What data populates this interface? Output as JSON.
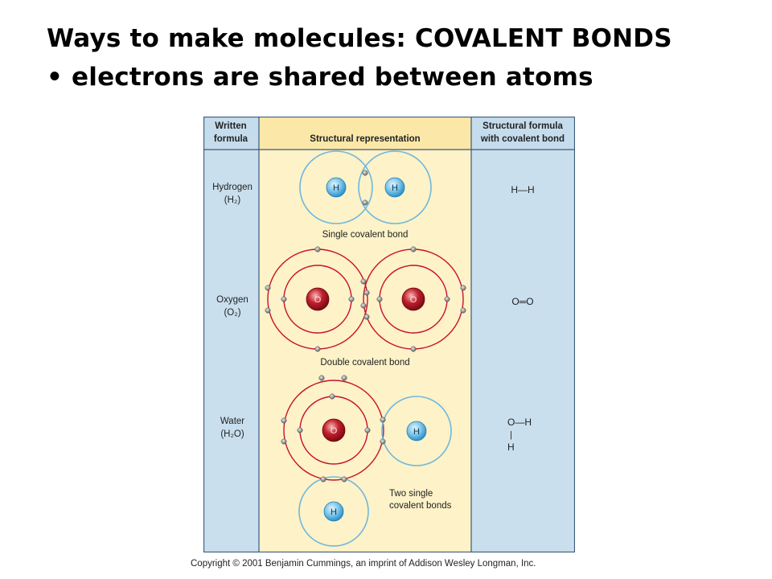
{
  "slide": {
    "title": "Ways to make molecules: COVALENT BONDS",
    "bullet_marker": "•",
    "bullet_text": "electrons are shared between atoms",
    "copyright": "Copyright © 2001 Benjamin Cummings, an imprint of Addison Wesley Longman, Inc."
  },
  "table": {
    "headers": {
      "written_line1": "Written",
      "written_line2": "formula",
      "structural": "Structural representation",
      "formula_line1": "Structural formula",
      "formula_line2": "with covalent bond"
    },
    "rows": {
      "hydrogen": {
        "name": "Hydrogen",
        "formula": "(H₂)",
        "bond_caption": "Single covalent bond",
        "structural_formula": "H—H"
      },
      "oxygen": {
        "name": "Oxygen",
        "formula": "(O₂)",
        "bond_caption": "Double covalent bond",
        "structural_formula": "O═O"
      },
      "water": {
        "name": "Water",
        "formula": "(H₂O)",
        "bond_caption_line1": "Two single",
        "bond_caption_line2": "covalent bonds",
        "formula_top": "O—H",
        "formula_bond": "|",
        "formula_bottom": "H"
      }
    },
    "atom_symbols": {
      "hydrogen": "H",
      "oxygen": "O"
    }
  },
  "colors": {
    "header_blue": "#c5dcec",
    "column_blue": "#c9dfee",
    "middle_yellow": "#fdf2c8",
    "header_yellow": "#fbe8a8",
    "shell_blue": "#6fb8dc",
    "shell_red": "#c8102e",
    "nucleus_blue": "#3aa3d9",
    "nucleus_red": "#b01020"
  }
}
